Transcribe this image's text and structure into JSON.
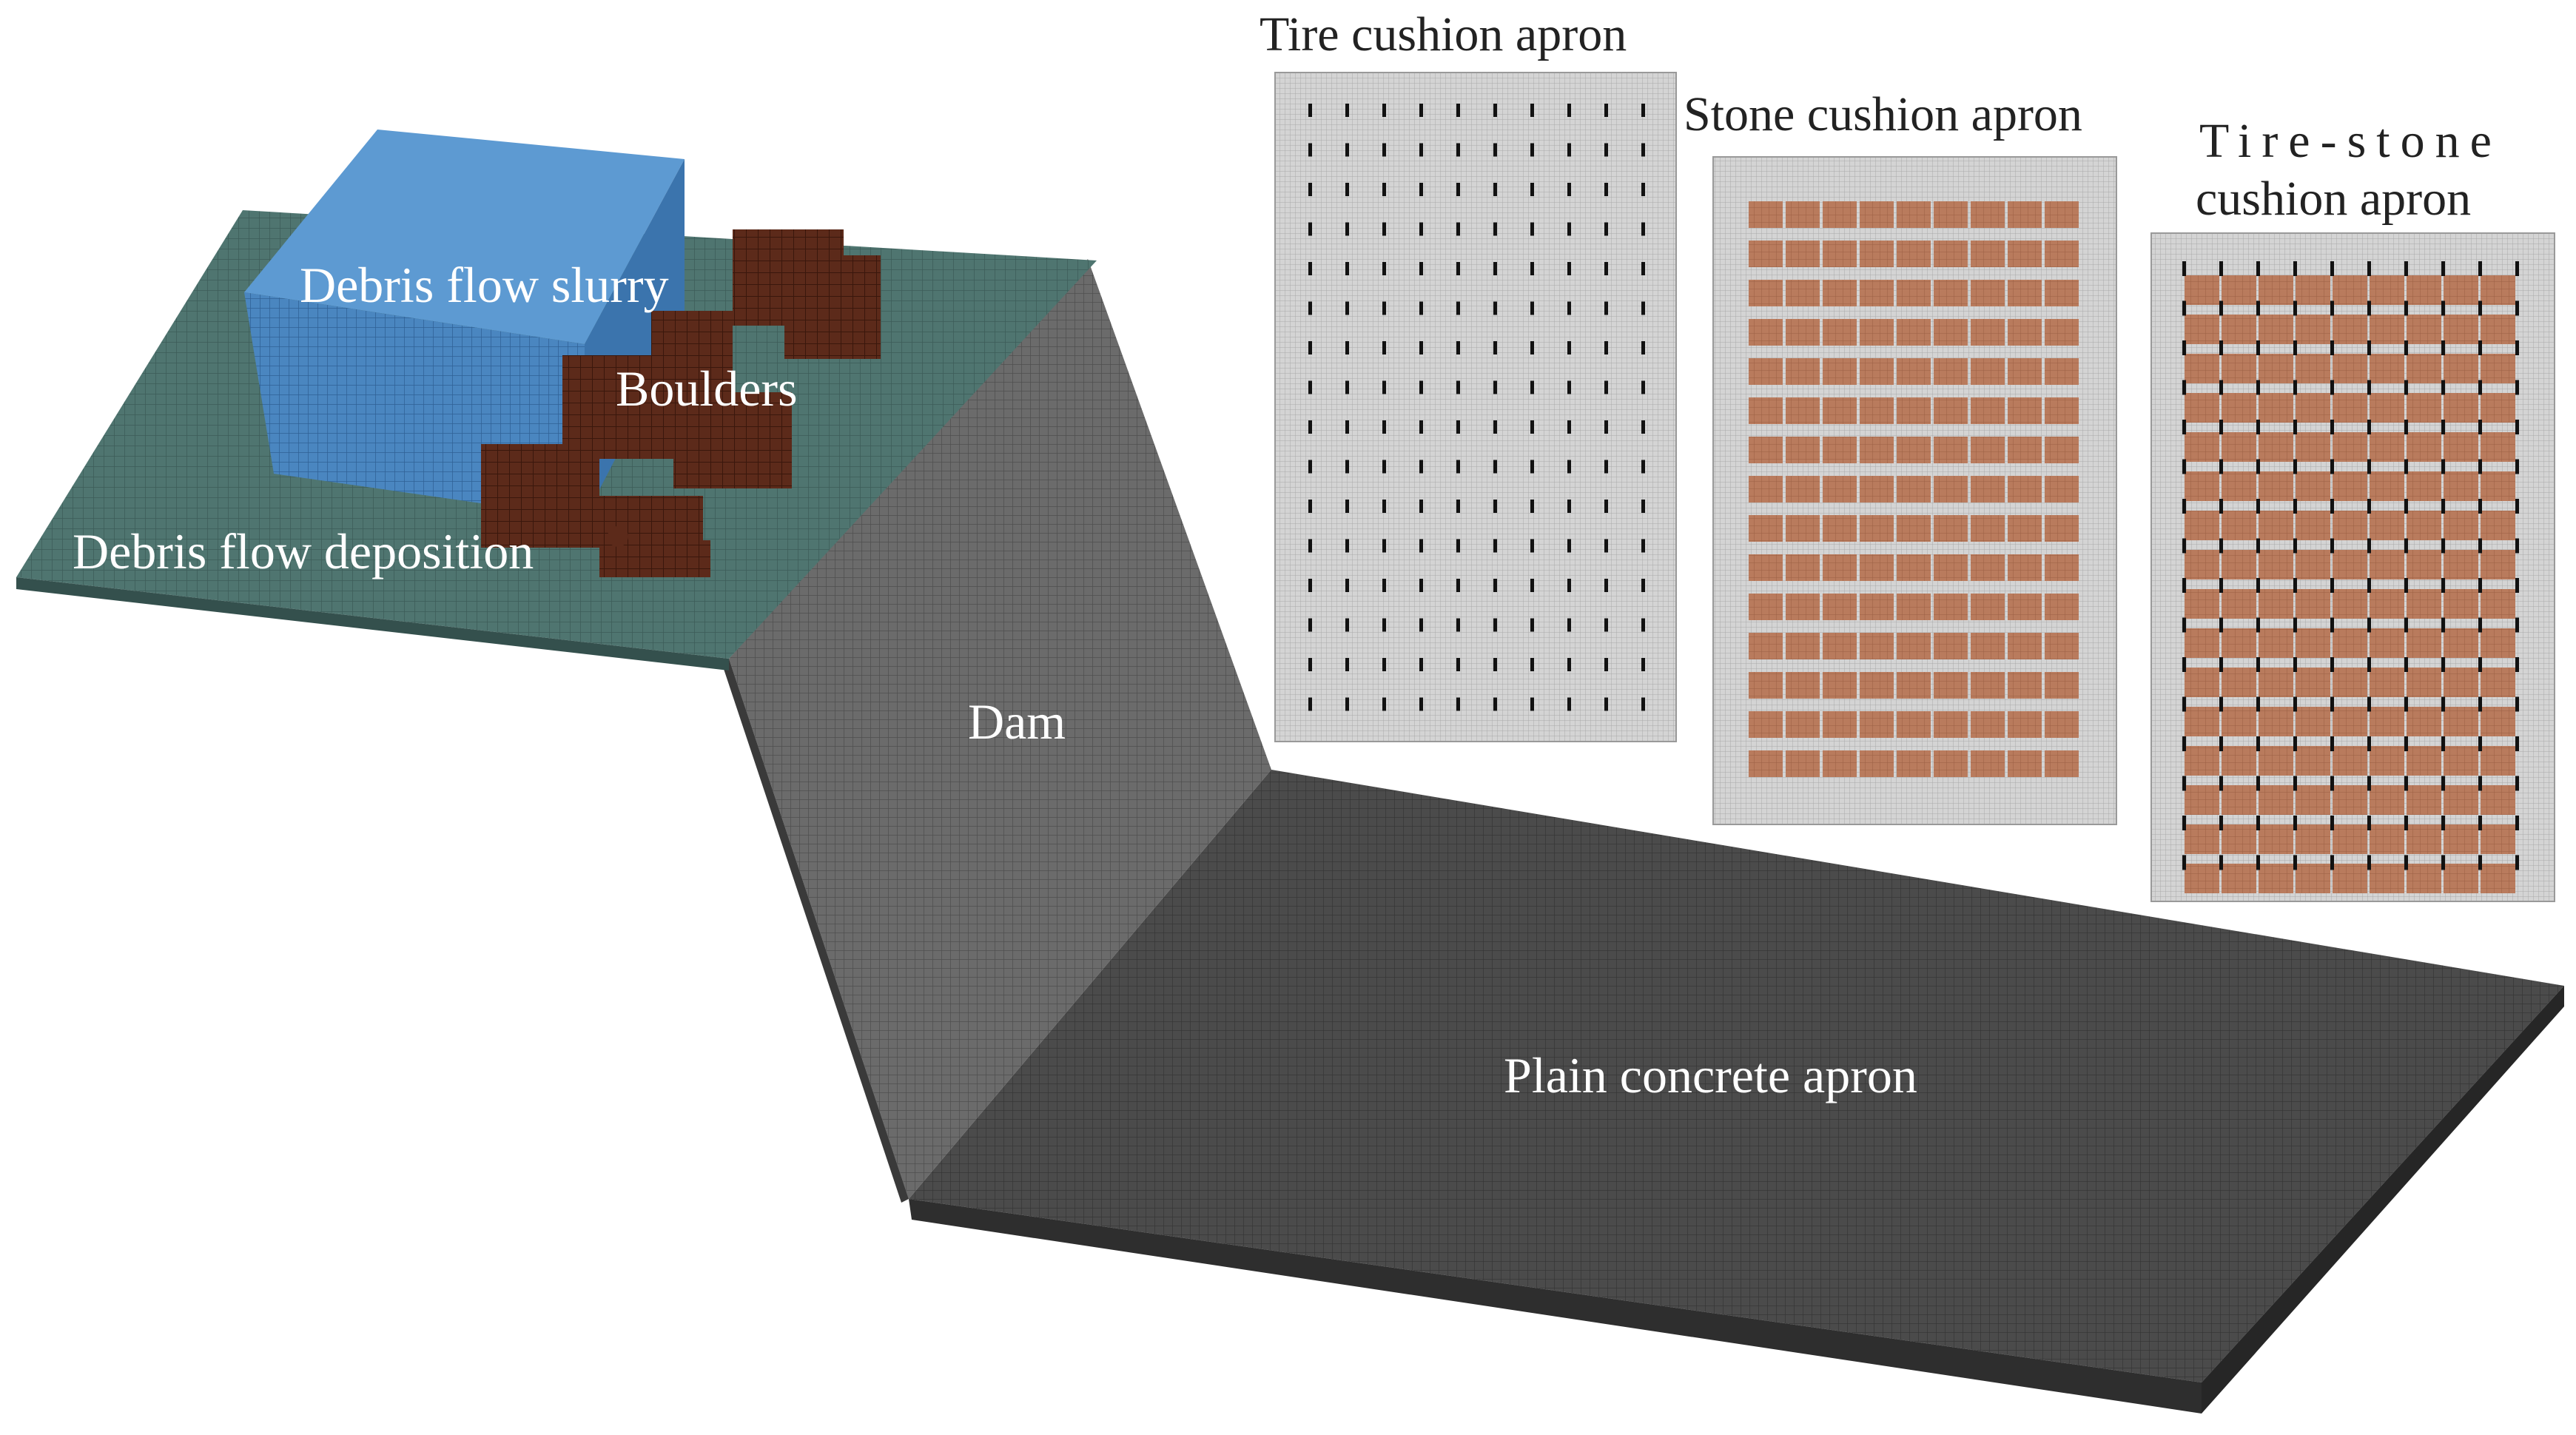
{
  "labels": {
    "slurry": "Debris flow slurry",
    "boulders": "Boulders",
    "deposition": "Debris flow deposition",
    "dam": "Dam",
    "plain_apron": "Plain concrete apron"
  },
  "panels": {
    "tire": {
      "title": "Tire cushion apron"
    },
    "stone": {
      "title": "Stone cushion apron"
    },
    "tire_stone": {
      "title_line1": "Tire-stone",
      "title_line2": "cushion apron"
    }
  },
  "colors": {
    "slurry": "#4a86c0",
    "boulder": "#5c2a1a",
    "deposition": "#4f7570",
    "dam": "#6a6a6a",
    "apron": "#4a4a4a",
    "panel_bg": "#d0d0d0",
    "stone": "#b87a5c",
    "tire": "#111111"
  }
}
